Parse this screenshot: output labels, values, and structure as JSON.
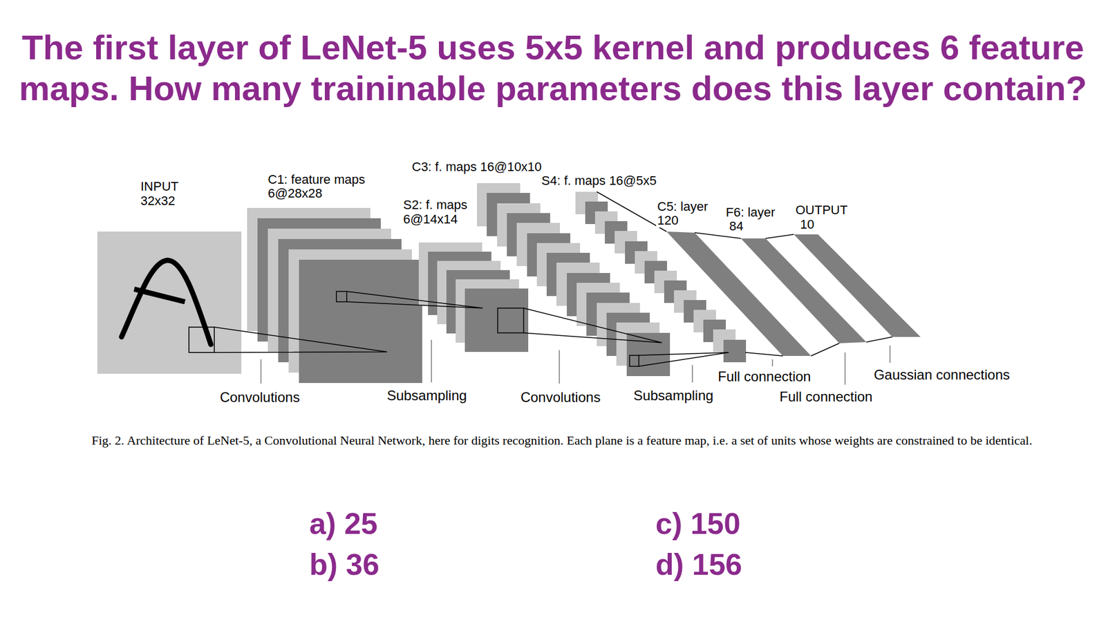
{
  "diagram": {
    "title": "The first layer of LeNet-5 uses 5x5 kernel and produces 6 feature maps. How many traininable parameters does this layer contain?",
    "caption": "Fig. 2. Architecture of LeNet-5, a Convolutional Neural Network, here for digits recognition. Each plane is a feature map, i.e. a set of units whose weights are constrained to be identical.",
    "nodes": [
      {
        "text": [
          "INPUT",
          "32x32"
        ]
      },
      {
        "text": [
          "C1: feature maps",
          "6@28x28"
        ]
      },
      {
        "text": [
          "S2: f. maps",
          "6@14x14"
        ]
      },
      {
        "text": [
          "C3: f. maps 16@10x10"
        ]
      },
      {
        "text": [
          "S4: f. maps 16@5x5"
        ]
      },
      {
        "text": [
          "C5: layer",
          "120"
        ]
      },
      {
        "text": [
          "F6: layer",
          "84"
        ]
      },
      {
        "text": [
          "OUTPUT",
          "10"
        ]
      }
    ],
    "edges": [
      {
        "from": 0,
        "to": 1,
        "arrow": "none"
      },
      {
        "from": 1,
        "to": 2,
        "arrow": "none"
      },
      {
        "from": 2,
        "to": 3,
        "arrow": "none"
      },
      {
        "from": 3,
        "to": 4,
        "arrow": "none"
      },
      {
        "from": 4,
        "to": 5,
        "arrow": "none"
      },
      {
        "from": 5,
        "to": 6,
        "arrow": "none"
      },
      {
        "from": 6,
        "to": 7,
        "arrow": "none"
      }
    ],
    "labels": [
      "Convolutions",
      "Subsampling",
      "Convolutions",
      "Subsampling",
      "Full connection",
      "Full connection",
      "Gaussian connections",
      "a) 25",
      "c) 150",
      "b) 36",
      "d) 156"
    ]
  }
}
